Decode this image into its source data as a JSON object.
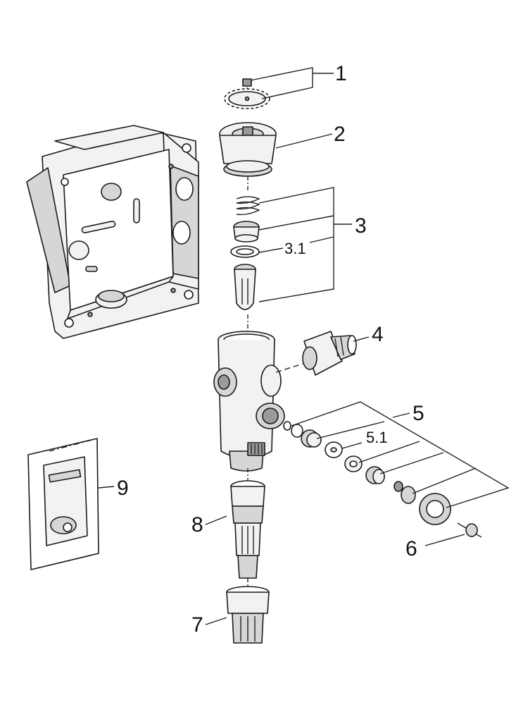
{
  "labels": {
    "p1": "1",
    "p2": "2",
    "p3": "3",
    "p3_1": "3.1",
    "p4": "4",
    "p5": "5",
    "p5_1": "5.1",
    "p6": "6",
    "p7": "7",
    "p8": "8",
    "p9": "9"
  }
}
